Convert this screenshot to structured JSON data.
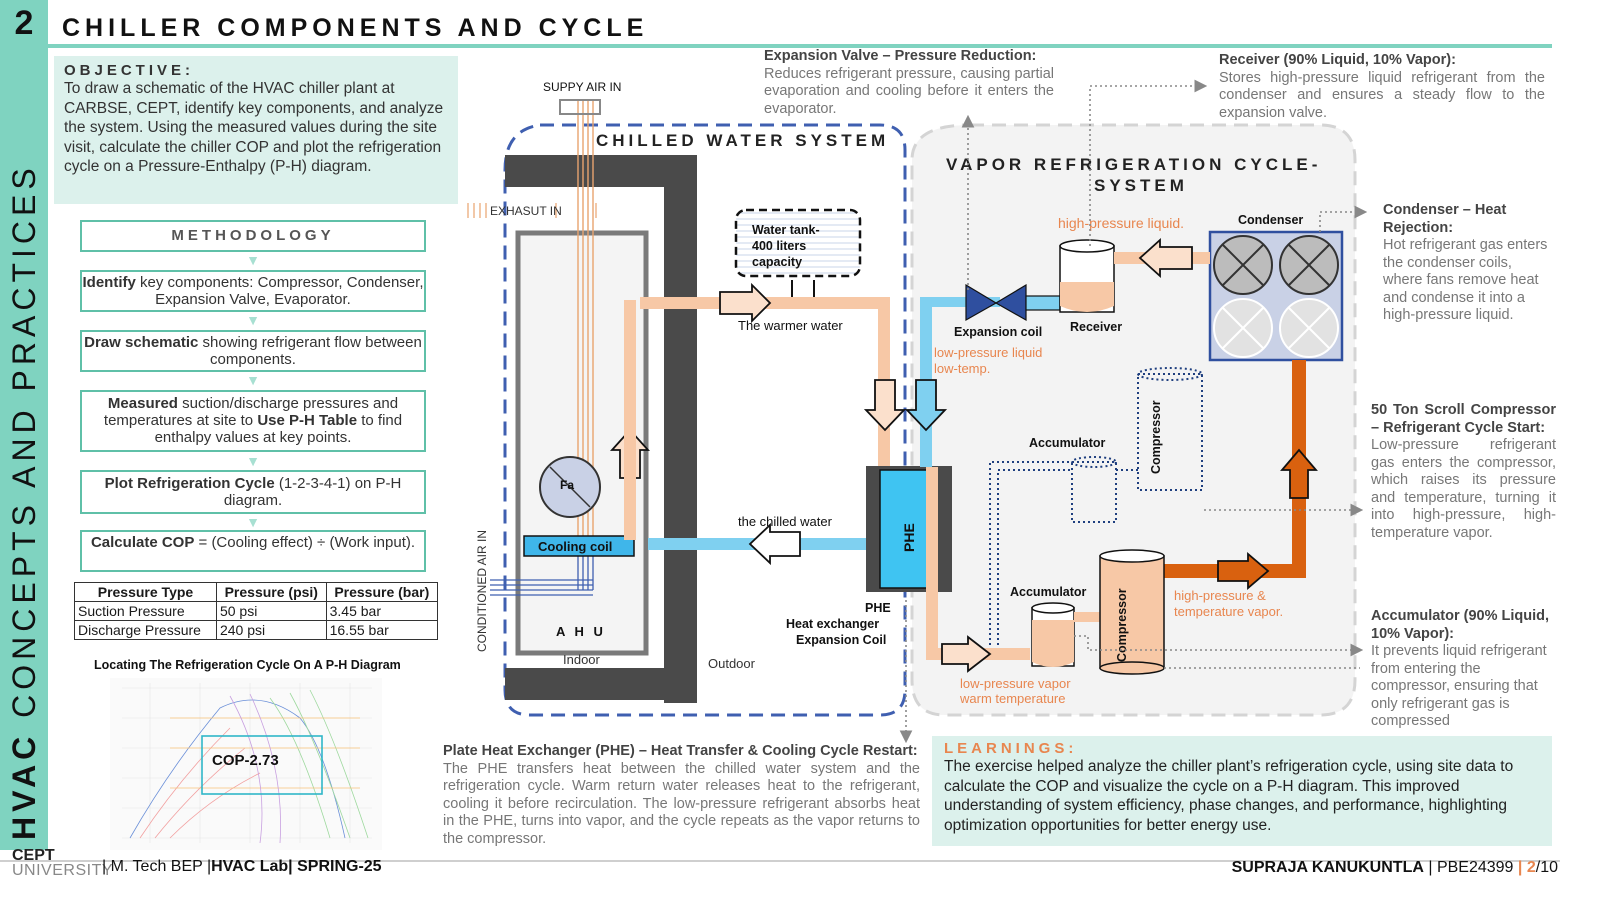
{
  "page": {
    "number": "2",
    "side_bold": "HVAC",
    "side_rest": "CONCEPTS AND PRACTICES",
    "title": "CHILLER COMPONENTS AND CYCLE",
    "accent_color": "#7fd3c0",
    "orange_color": "#e8864f"
  },
  "objective": {
    "heading": "OBJECTIVE:",
    "text": "To draw a schematic of the HVAC chiller plant at CARBSE, CEPT, identify key components, and analyze the system. Using the measured values during the site visit, calculate the chiller COP and plot the refrigeration cycle on a Pressure-Enthalpy (P-H) diagram."
  },
  "methodology": {
    "heading": "METHODOLOGY",
    "steps": [
      {
        "bold": "Identify",
        "text": " key components: Compressor, Condenser, Expansion Valve, Evaporator."
      },
      {
        "bold": "Draw schematic",
        "text": " showing refrigerant flow between components."
      },
      {
        "bold": "Measured",
        "text": " suction/discharge pressures and temperatures at site to ",
        "bold2": "Use P-H Table",
        "text2": " to find enthalpy values at key points."
      },
      {
        "bold": "Plot Refrigeration Cycle",
        "text": " (1-2-3-4-1) on P-H diagram."
      },
      {
        "bold": "Calculate COP",
        "text": " = (Cooling effect) ÷ (Work input)."
      }
    ]
  },
  "pressure_table": {
    "headers": [
      "Pressure Type",
      "Pressure (psi)",
      "Pressure (bar)"
    ],
    "rows": [
      [
        "Suction Pressure",
        "50 psi",
        "3.45 bar"
      ],
      [
        "Discharge Pressure",
        "240 psi",
        "16.55 bar"
      ]
    ]
  },
  "ph_diagram": {
    "caption": "Locating The Refrigeration Cycle On A P-H Diagram",
    "cop_label": "COP-2.73"
  },
  "schematic": {
    "supply_air": "SUPPY AIR IN",
    "exhaust": "EXHASUT IN",
    "chilled_water_system": "CHILLED WATER SYSTEM",
    "vapor_cycle_line1": "VAPOR REFRIGERATION CYCLE-",
    "vapor_cycle_line2": "SYSTEM",
    "water_tank": [
      "Water tank-",
      "400 liters",
      "capacity"
    ],
    "warmer_water": "The warmer water",
    "chilled_water": "the chilled water",
    "cooling_coil": "Cooling coil",
    "fan": "Fa",
    "ahu": "A H U",
    "indoor": "Indoor",
    "outdoor": "Outdoor",
    "conditioned_air": "CONDITIONED AIR IN",
    "phe": "PHE",
    "phe_label": [
      "PHE",
      "Heat exchanger",
      "Expansion Coil"
    ],
    "expansion_coil": "Expansion coil",
    "receiver": "Receiver",
    "condenser": "Condenser",
    "high_pressure_liquid": "high-pressure liquid.",
    "low_pressure_liquid": [
      "low-pressure liquid",
      "low-temp."
    ],
    "accumulator": "Accumulator",
    "compressor": "Compressor",
    "high_pressure_vapor": [
      "high-pressure      &",
      "temperature vapor."
    ],
    "low_pressure_vapor": [
      "low-pressure vapor",
      "warm temperature"
    ]
  },
  "annotations": {
    "expansion_valve": {
      "heading": "Expansion Valve – Pressure Reduction:",
      "text": "Reduces refrigerant pressure, causing partial evaporation and cooling before it enters the evaporator."
    },
    "receiver": {
      "heading": "Receiver (90% Liquid, 10% Vapor):",
      "text": "Stores high-pressure liquid refrigerant from the condenser and ensures a steady flow to the expansion valve."
    },
    "condenser": {
      "heading": "Condenser – Heat Rejection:",
      "text": "Hot refrigerant gas enters the condenser coils, where fans remove heat and condense it into a high-pressure liquid."
    },
    "compressor": {
      "heading": "50 Ton Scroll Compressor – Refrigerant Cycle Start:",
      "text": "Low-pressure refrigerant gas enters the compressor, which raises its pressure and temperature, turning it into high-pressure, high-temperature vapor."
    },
    "accumulator": {
      "heading": "Accumulator (90% Liquid, 10% Vapor):",
      "text": "It prevents liquid refrigerant from entering the compressor, ensuring that only refrigerant gas is compressed"
    },
    "phe": {
      "heading": "Plate Heat Exchanger (PHE) – Heat Transfer & Cooling Cycle Restart:",
      "text": "The PHE transfers heat between the chilled water system and the refrigeration cycle. Warm return water releases heat to the refrigerant, cooling it before recirculation. The low-pressure refrigerant absorbs heat in the PHE, turns into vapor, and the cycle repeats as the vapor returns to the compressor."
    }
  },
  "learnings": {
    "heading": "LEARNINGS:",
    "text": "The exercise helped analyze the chiller plant’s refrigeration cycle, using site data to calculate the COP and visualize the cycle on a P-H diagram. This improved understanding of system efficiency, phase changes, and performance, highlighting optimization opportunities for better energy use."
  },
  "footer": {
    "logo_top": "CEPT",
    "logo_bottom": "UNIVERSITY",
    "program": "M. Tech BEP",
    "lab": "HVAC Lab",
    "term": "SPRING-25",
    "author": "SUPRAJA KANUKUNTLA",
    "id": "PBE24399",
    "page_current": "2",
    "page_total": "/10"
  }
}
